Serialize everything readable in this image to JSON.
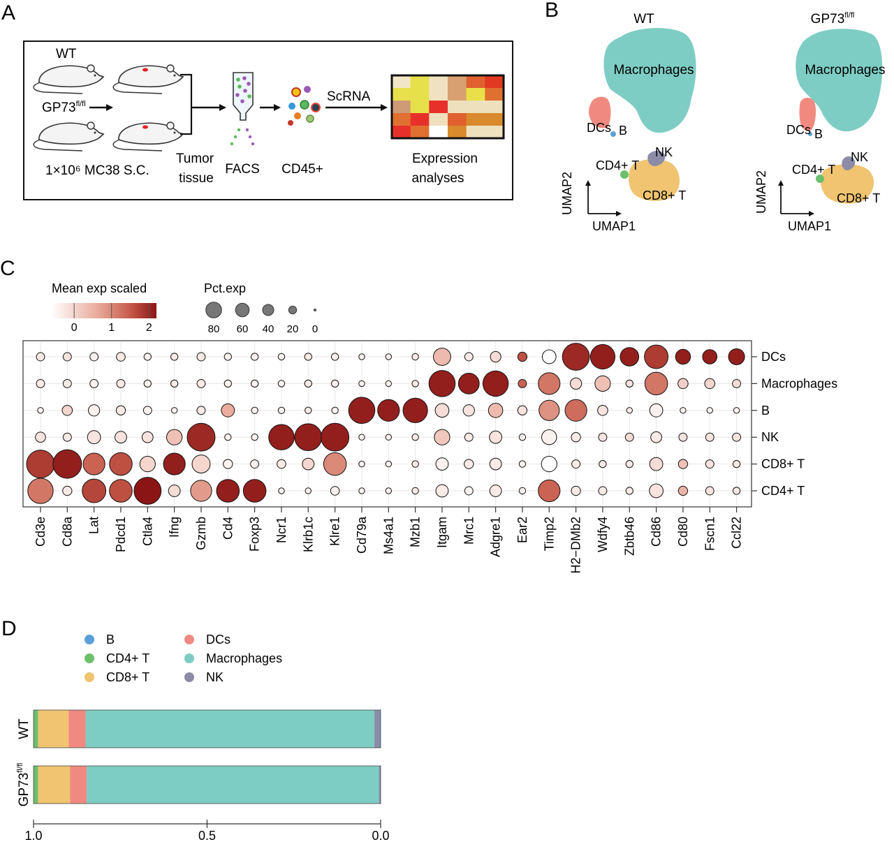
{
  "panels": {
    "A": {
      "letter": "A",
      "wt": "WT",
      "gp73": "GP73",
      "gp73_sup": "fl/fl",
      "injection": "1×10⁶ MC38 S.C.",
      "tumor_line1": "Tumor",
      "tumor_line2": "tissue",
      "facs": "FACS",
      "cd45": "CD45+",
      "scrna": "ScRNA",
      "expr_line1": "Expression",
      "expr_line2": "analyses",
      "heatmap_colors": [
        [
          "#f2e6c8",
          "#e6e04a",
          "#f0e2c0",
          "#d8a070",
          "#e06030",
          "#e23a22"
        ],
        [
          "#e8e04c",
          "#e6e04a",
          "#f0e2c0",
          "#d8a070",
          "#e8e048",
          "#e07030"
        ],
        [
          "#cf9a76",
          "#e6e04a",
          "#e8302a",
          "#eee0bc",
          "#eee0bc",
          "#eee0bc"
        ],
        [
          "#e07030",
          "#e8302a",
          "#eee0bc",
          "#e06030",
          "#d88a2c",
          "#d88a2c"
        ],
        [
          "#e8302a",
          "#e07030",
          "#ffffff",
          "#d88a2c",
          "#efe1be",
          "#efe1be"
        ]
      ]
    },
    "B": {
      "letter": "B",
      "umap1": "UMAP1",
      "umap2": "UMAP2",
      "plots": [
        {
          "title": "WT",
          "title_sup": "",
          "macrophages": "Macrophages",
          "dcs": "DCs",
          "b": "B",
          "nk": "NK",
          "cd4": "CD4+ T",
          "cd8": "CD8+ T"
        },
        {
          "title": "GP73",
          "title_sup": "fl/fl",
          "macrophages": "Macrophages",
          "dcs": "DCs",
          "b": "B",
          "nk": "NK",
          "cd4": "CD4+ T",
          "cd8": "CD8+ T"
        }
      ],
      "colors": {
        "macrophages": "#7ecdc4",
        "dcs": "#f08a80",
        "b": "#5aa0d8",
        "nk": "#8c8ca8",
        "cd4": "#6cc06c",
        "cd8": "#f0c470"
      }
    },
    "C": {
      "letter": "C"
    },
    "D": {
      "letter": "D"
    }
  },
  "chart_data": [
    {
      "type": "dotplot",
      "legend_color_title": "Mean exp scaled",
      "legend_color_ticks": [
        "0",
        "1",
        "2"
      ],
      "legend_color_range": [
        -0.6,
        2.2
      ],
      "legend_size_title": "Pct.exp",
      "legend_size_values": [
        80,
        60,
        40,
        20,
        0
      ],
      "genes": [
        "Cd3e",
        "Cd8a",
        "Lat",
        "Pdcd1",
        "Ctla4",
        "Ifng",
        "Gzmb",
        "Cd4",
        "Foxp3",
        "Ncr1",
        "Klrb1c",
        "Klre1",
        "Cd79a",
        "Ms4a1",
        "Mzb1",
        "Itgam",
        "Mrc1",
        "Adgre1",
        "Ear2",
        "Timp2",
        "H2−DMb2",
        "Wdfy4",
        "Zbtb46",
        "Cd86",
        "Cd80",
        "Fscn1",
        "Ccl22"
      ],
      "cell_types": [
        "DCs",
        "Macrophages",
        "B",
        "NK",
        "CD8+ T",
        "CD4+ T"
      ],
      "pct": [
        [
          8,
          8,
          8,
          9,
          6,
          6,
          8,
          6,
          6,
          5,
          6,
          6,
          4,
          4,
          5,
          35,
          8,
          13,
          10,
          22,
          85,
          70,
          40,
          65,
          26,
          24,
          30
        ],
        [
          8,
          8,
          8,
          8,
          6,
          6,
          8,
          6,
          6,
          5,
          6,
          6,
          4,
          4,
          5,
          80,
          50,
          75,
          8,
          55,
          15,
          28,
          6,
          60,
          12,
          12,
          8
        ],
        [
          4,
          12,
          15,
          10,
          8,
          4,
          8,
          20,
          5,
          5,
          5,
          5,
          80,
          55,
          70,
          22,
          15,
          24,
          10,
          48,
          55,
          12,
          4,
          20,
          4,
          4,
          4
        ],
        [
          12,
          8,
          20,
          16,
          14,
          28,
          90,
          5,
          5,
          75,
          85,
          90,
          4,
          4,
          5,
          28,
          8,
          18,
          5,
          26,
          10,
          8,
          8,
          14,
          8,
          8,
          8
        ],
        [
          90,
          95,
          55,
          60,
          28,
          55,
          38,
          10,
          8,
          9,
          16,
          60,
          4,
          4,
          5,
          18,
          10,
          16,
          5,
          28,
          8,
          6,
          6,
          20,
          10,
          8,
          6
        ],
        [
          75,
          10,
          65,
          60,
          85,
          16,
          52,
          60,
          60,
          4,
          4,
          9,
          4,
          4,
          5,
          18,
          8,
          16,
          5,
          55,
          10,
          8,
          6,
          22,
          10,
          8,
          6
        ]
      ],
      "expr": [
        [
          -0.3,
          -0.2,
          -0.4,
          -0.3,
          -0.4,
          -0.3,
          -0.3,
          -0.4,
          -0.4,
          -0.4,
          -0.3,
          -0.4,
          -0.4,
          -0.4,
          -0.3,
          0.4,
          -0.3,
          -0.1,
          1.6,
          -0.6,
          2.0,
          2.1,
          2.1,
          1.8,
          2.1,
          2.1,
          2.1
        ],
        [
          -0.3,
          -0.3,
          -0.4,
          -0.3,
          -0.4,
          -0.3,
          -0.3,
          -0.4,
          -0.4,
          -0.4,
          -0.3,
          -0.4,
          -0.4,
          -0.4,
          -0.3,
          2.1,
          2.1,
          2.1,
          1.4,
          1.2,
          -0.1,
          0.3,
          -0.2,
          1.2,
          0.1,
          0.0,
          -0.1
        ],
        [
          -0.4,
          0.0,
          -0.4,
          -0.3,
          -0.4,
          -0.4,
          -0.3,
          0.6,
          -0.4,
          -0.4,
          -0.3,
          -0.4,
          2.1,
          2.1,
          2.1,
          -0.1,
          -0.2,
          0.4,
          -0.2,
          0.9,
          1.3,
          -0.2,
          -0.3,
          -0.4,
          -0.4,
          -0.4,
          -0.4
        ],
        [
          -0.2,
          -0.3,
          -0.2,
          -0.2,
          -0.2,
          0.3,
          2.0,
          -0.4,
          -0.4,
          2.1,
          2.1,
          2.1,
          -0.4,
          -0.4,
          -0.3,
          0.2,
          -0.3,
          -0.2,
          -0.4,
          -0.4,
          -0.3,
          -0.2,
          -0.1,
          -0.3,
          -0.2,
          -0.2,
          -0.2
        ],
        [
          1.8,
          2.1,
          1.4,
          1.6,
          0.0,
          2.1,
          0.0,
          -0.4,
          -0.4,
          -0.3,
          0.0,
          1.0,
          -0.4,
          -0.4,
          -0.3,
          -0.4,
          -0.3,
          -0.3,
          -0.4,
          -0.6,
          -0.3,
          -0.3,
          -0.3,
          -0.1,
          0.3,
          -0.2,
          -0.3
        ],
        [
          1.2,
          -0.3,
          1.7,
          1.6,
          2.2,
          -0.1,
          0.8,
          2.1,
          2.1,
          -0.4,
          -0.4,
          -0.4,
          -0.4,
          -0.4,
          -0.3,
          -0.3,
          -0.4,
          -0.3,
          -0.4,
          1.4,
          -0.3,
          -0.3,
          -0.3,
          -0.2,
          0.5,
          -0.2,
          -0.3
        ]
      ],
      "xlabel": "",
      "ylabel": ""
    },
    {
      "type": "stacked_bar_horizontal",
      "categories": [
        "WT",
        "GP73"
      ],
      "categories_sup": [
        "",
        "fl/fl"
      ],
      "series": [
        {
          "name": "CD4+ T",
          "color": "#6cc06c",
          "values": [
            0.013,
            0.013
          ]
        },
        {
          "name": "CD8+ T",
          "color": "#f0c470",
          "values": [
            0.088,
            0.092
          ]
        },
        {
          "name": "DCs",
          "color": "#f08a80",
          "values": [
            0.049,
            0.048
          ]
        },
        {
          "name": "Macrophages",
          "color": "#7ecdc4",
          "values": [
            0.832,
            0.842
          ]
        },
        {
          "name": "NK",
          "color": "#8c8ca8",
          "values": [
            0.016,
            0.004
          ]
        },
        {
          "name": "B",
          "color": "#5aa0d8",
          "values": [
            0.002,
            0.001
          ]
        }
      ],
      "legend": [
        {
          "name": "B",
          "color": "#5aa0d8"
        },
        {
          "name": "CD4+ T",
          "color": "#6cc06c"
        },
        {
          "name": "CD8+ T",
          "color": "#f0c470"
        },
        {
          "name": "DCs",
          "color": "#f08a80"
        },
        {
          "name": "Macrophages",
          "color": "#7ecdc4"
        },
        {
          "name": "NK",
          "color": "#8c8ca8"
        }
      ],
      "xticks": [
        "1.0",
        "0.5",
        "0.0"
      ],
      "xlim": [
        1.0,
        0.0
      ],
      "xlabel": "",
      "ylabel": ""
    }
  ]
}
